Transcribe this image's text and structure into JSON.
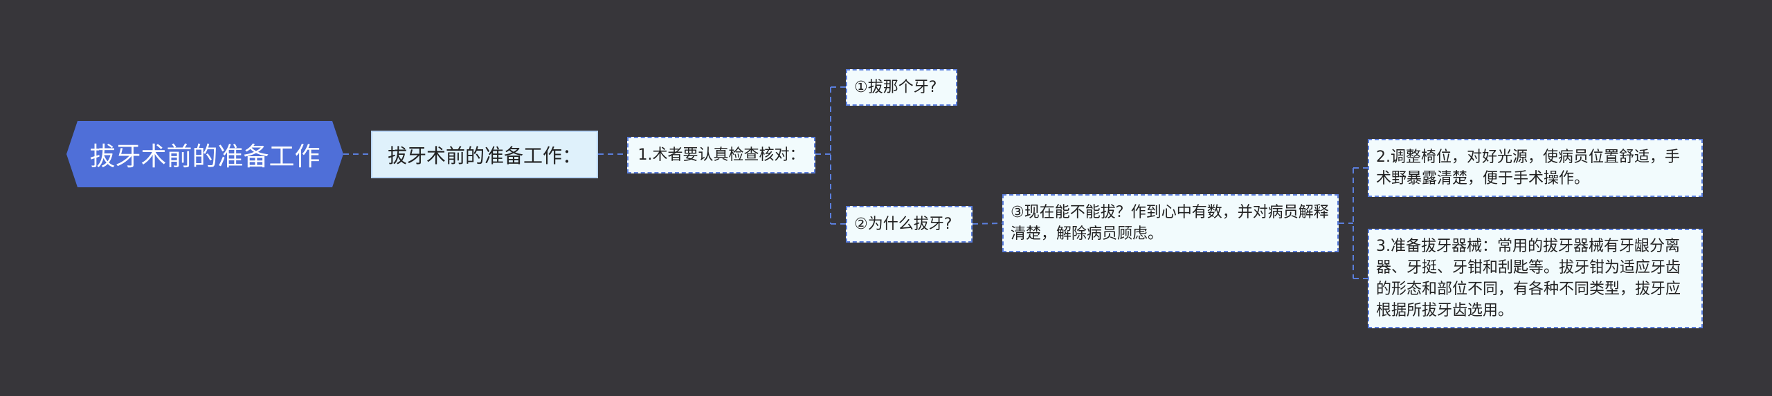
{
  "mindmap": {
    "root": {
      "label": "拔牙术前的准备工作"
    },
    "level1": {
      "label": "拔牙术前的准备工作："
    },
    "check": {
      "label": "1.术者要认真检查核对："
    },
    "which_tooth": {
      "label": "①拔那个牙?"
    },
    "why": {
      "label": "②为什么拔牙?"
    },
    "can_or_not": {
      "label": "③现在能不能拔？作到心中有数，并对病员解释清楚，解除病员顾虑。"
    },
    "adjust_chair": {
      "label": "2.调整椅位，对好光源，使病员位置舒适，手术野暴露清楚，便于手术操作。"
    },
    "instruments": {
      "label": "3.准备拔牙器械：常用的拔牙器械有牙龈分离器、牙挺、牙钳和刮匙等。拔牙钳为适应牙齿的形态和部位不同，有各种不同类型，拔牙应根据所拔牙齿选用。"
    }
  },
  "colors": {
    "background": "#37363a",
    "root_fill": "#4f6fd8",
    "connector": "#5b7fdd",
    "level1_fill": "#dff1fb",
    "node_fill": "#f2fbfd"
  }
}
